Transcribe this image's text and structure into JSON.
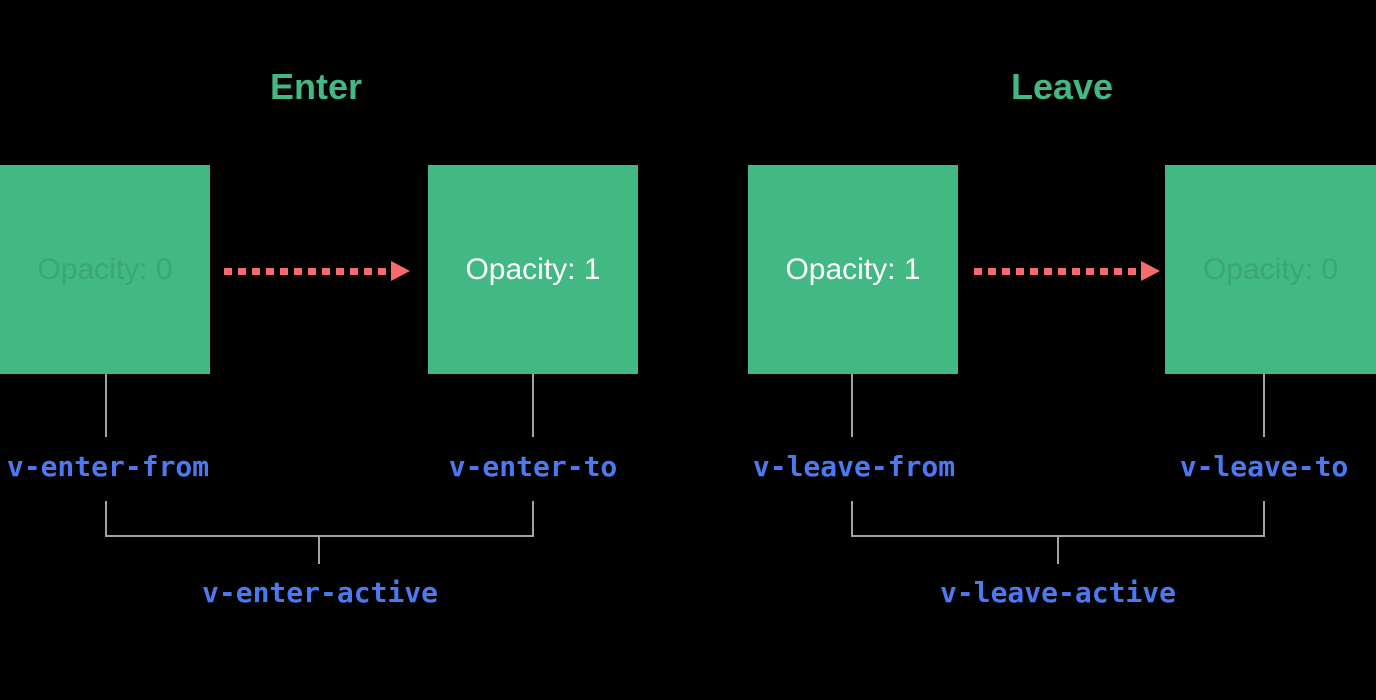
{
  "colors": {
    "background": "#000000",
    "green": "#42b883",
    "red": "#f96b6b",
    "blue": "#4b79f2",
    "gray": "#a3a3a3",
    "white": "#ffffff",
    "faded-text": "rgba(0,0,0,0.10)"
  },
  "enter": {
    "title": "Enter",
    "from_box_text": "Opacity: 0",
    "to_box_text": "Opacity: 1",
    "from_label": "v-enter-from",
    "to_label": "v-enter-to",
    "active_label": "v-enter-active"
  },
  "leave": {
    "title": "Leave",
    "from_box_text": "Opacity: 1",
    "to_box_text": "Opacity: 0",
    "from_label": "v-leave-from",
    "to_label": "v-leave-to",
    "active_label": "v-leave-active"
  }
}
